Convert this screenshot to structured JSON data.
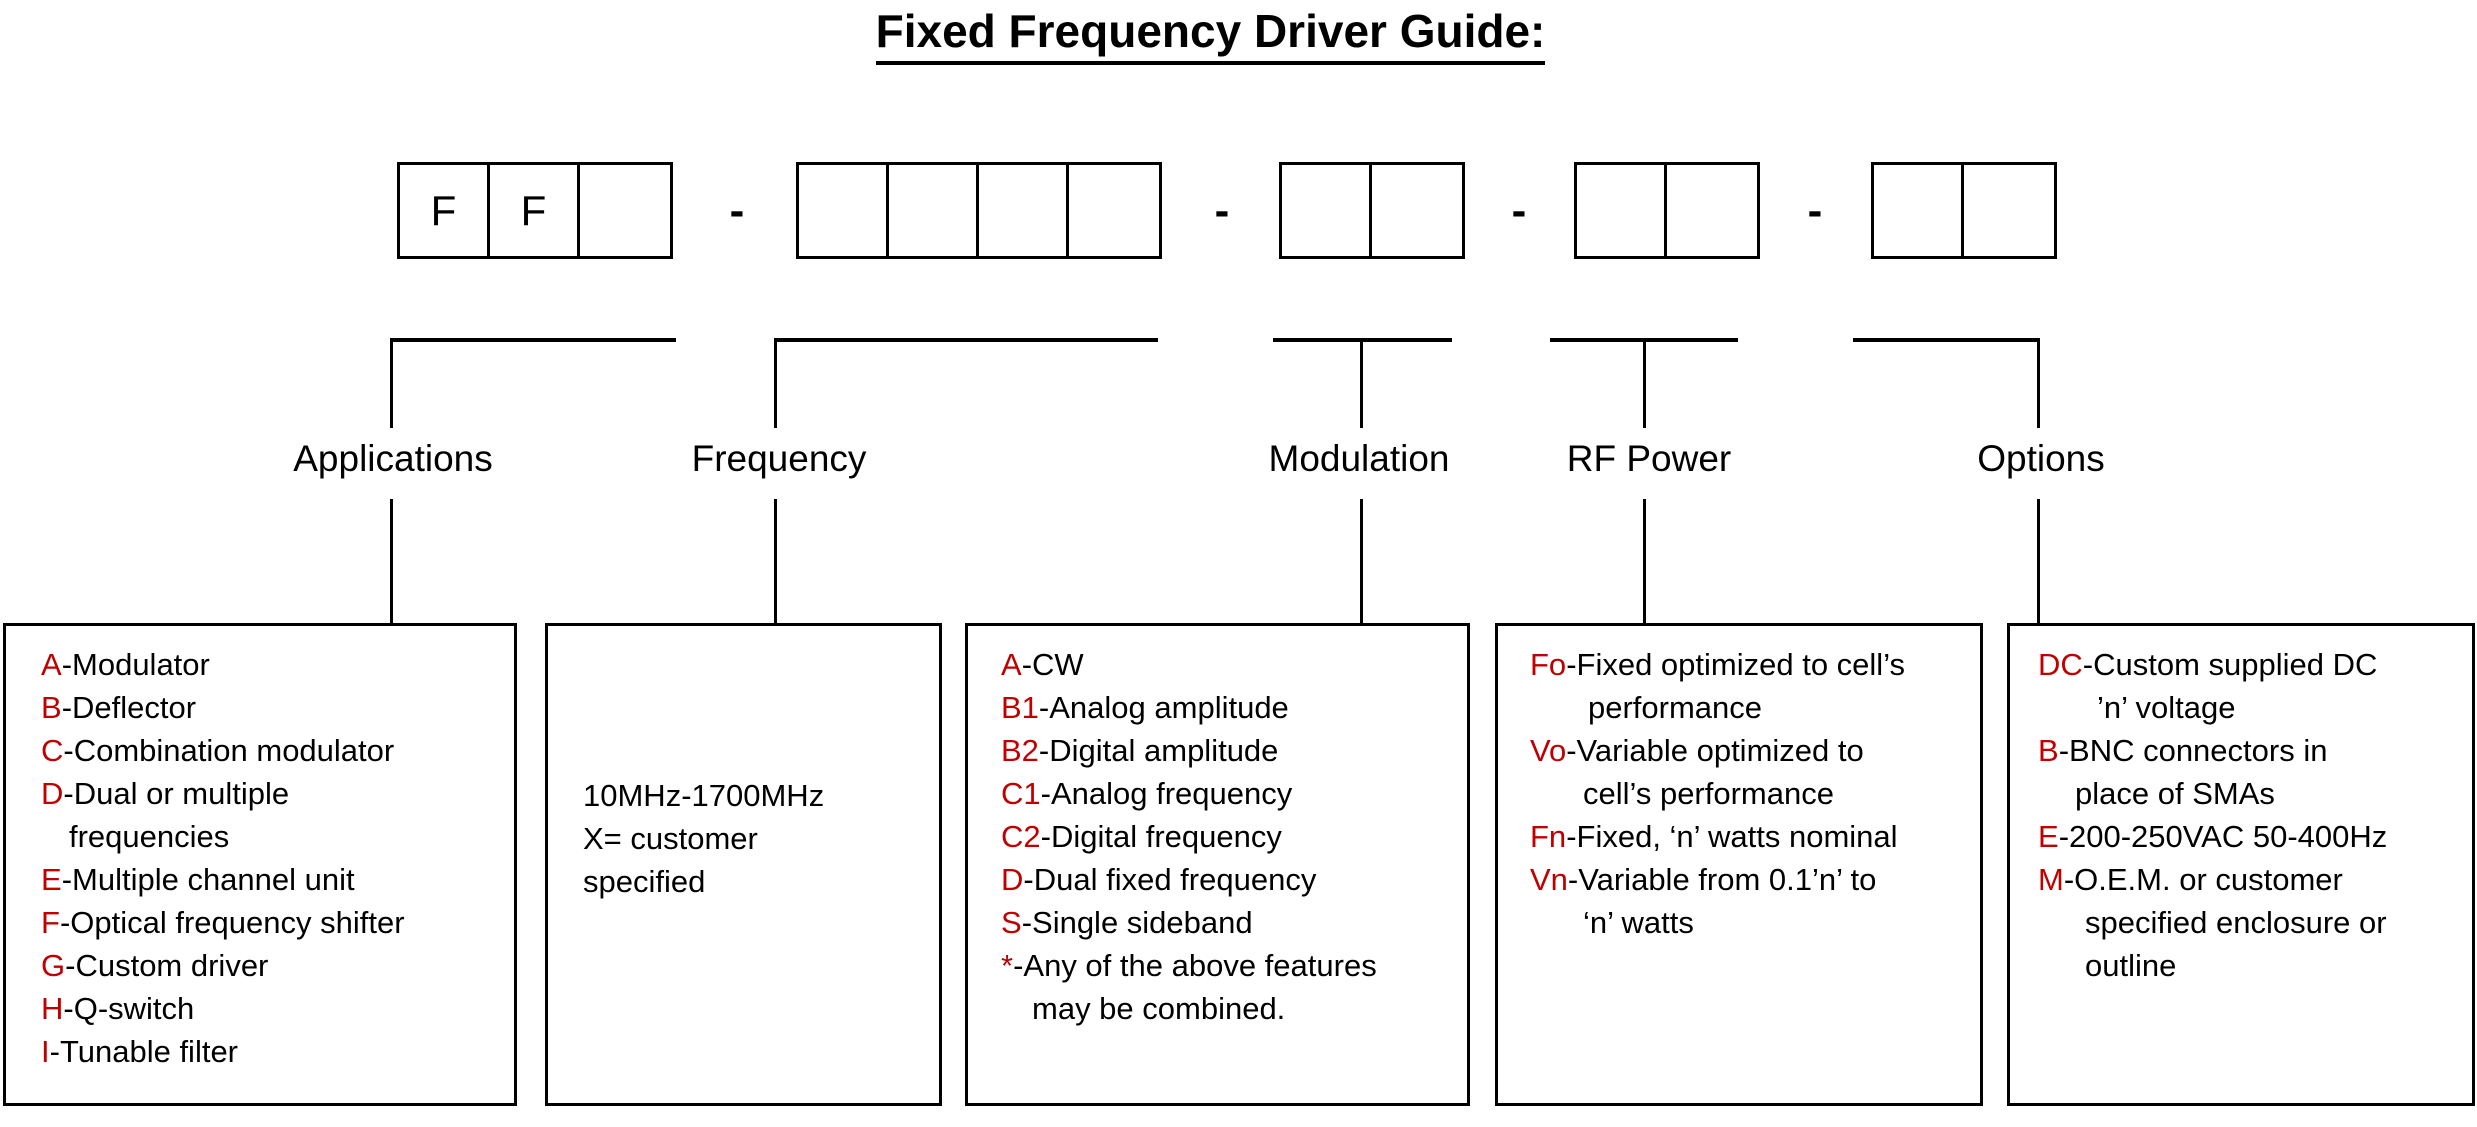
{
  "title": "Fixed Frequency Driver Guide:",
  "colors": {
    "accent_red": "#c00000",
    "line_black": "#000000"
  },
  "part_number": {
    "separator": "-",
    "groups": [
      [
        "F",
        "F",
        ""
      ],
      [
        "",
        "",
        "",
        ""
      ],
      [
        "",
        ""
      ],
      [
        "",
        ""
      ],
      [
        "",
        ""
      ]
    ]
  },
  "sections": [
    {
      "label": "Applications",
      "lines": [
        {
          "red": "A",
          "black": "-Modulator"
        },
        {
          "red": "B",
          "black": "-Deflector"
        },
        {
          "red": "C",
          "black": "-Combination modulator"
        },
        {
          "red": "D",
          "black": "-Dual or multiple"
        },
        {
          "red": "",
          "black": "frequencies"
        },
        {
          "red": "E",
          "black": "-Multiple channel unit"
        },
        {
          "red": "F",
          "black": "-Optical frequency shifter"
        },
        {
          "red": "G",
          "black": "-Custom driver"
        },
        {
          "red": "H",
          "black": "-Q-switch"
        },
        {
          "red": "I",
          "black": "-Tunable filter"
        }
      ]
    },
    {
      "label": "Frequency",
      "lines": [
        {
          "red": "",
          "black": "10MHz-1700MHz"
        },
        {
          "red": "",
          "black": "X= customer"
        },
        {
          "red": "",
          "black": "specified"
        }
      ]
    },
    {
      "label": "Modulation",
      "lines": [
        {
          "red": "A",
          "black": "-CW"
        },
        {
          "red": "B1",
          "black": "-Analog amplitude"
        },
        {
          "red": "B2",
          "black": "-Digital amplitude"
        },
        {
          "red": "C1",
          "black": "-Analog frequency"
        },
        {
          "red": "C2",
          "black": "-Digital frequency"
        },
        {
          "red": "D",
          "black": "-Dual fixed frequency"
        },
        {
          "red": "S",
          "black": "-Single sideband"
        },
        {
          "red": "*",
          "black": "-Any of the above features"
        },
        {
          "red": "",
          "black": "may be combined."
        }
      ]
    },
    {
      "label": "RF Power",
      "lines": [
        {
          "red": "Fo",
          "black": "-Fixed optimized to cell’s"
        },
        {
          "red": "",
          "black": "performance"
        },
        {
          "red": "Vo",
          "black": "-Variable optimized to"
        },
        {
          "red": "",
          "black": "cell’s performance"
        },
        {
          "red": "Fn",
          "black": "-Fixed, ‘n’ watts nominal"
        },
        {
          "red": "Vn",
          "black": "-Variable from 0.1’n’ to"
        },
        {
          "red": "",
          "black": "‘n’ watts"
        }
      ]
    },
    {
      "label": "Options",
      "lines": [
        {
          "red": "DC",
          "black": "-Custom supplied DC"
        },
        {
          "red": "",
          "black": "’n’ voltage"
        },
        {
          "red": "B",
          "black": "-BNC connectors in"
        },
        {
          "red": "",
          "black": "place of SMAs"
        },
        {
          "red": "E",
          "black": "-200-250VAC 50-400Hz"
        },
        {
          "red": "M",
          "black": "-O.E.M. or customer"
        },
        {
          "red": "",
          "black": "specified enclosure or"
        },
        {
          "red": "",
          "black": "outline"
        }
      ]
    }
  ]
}
